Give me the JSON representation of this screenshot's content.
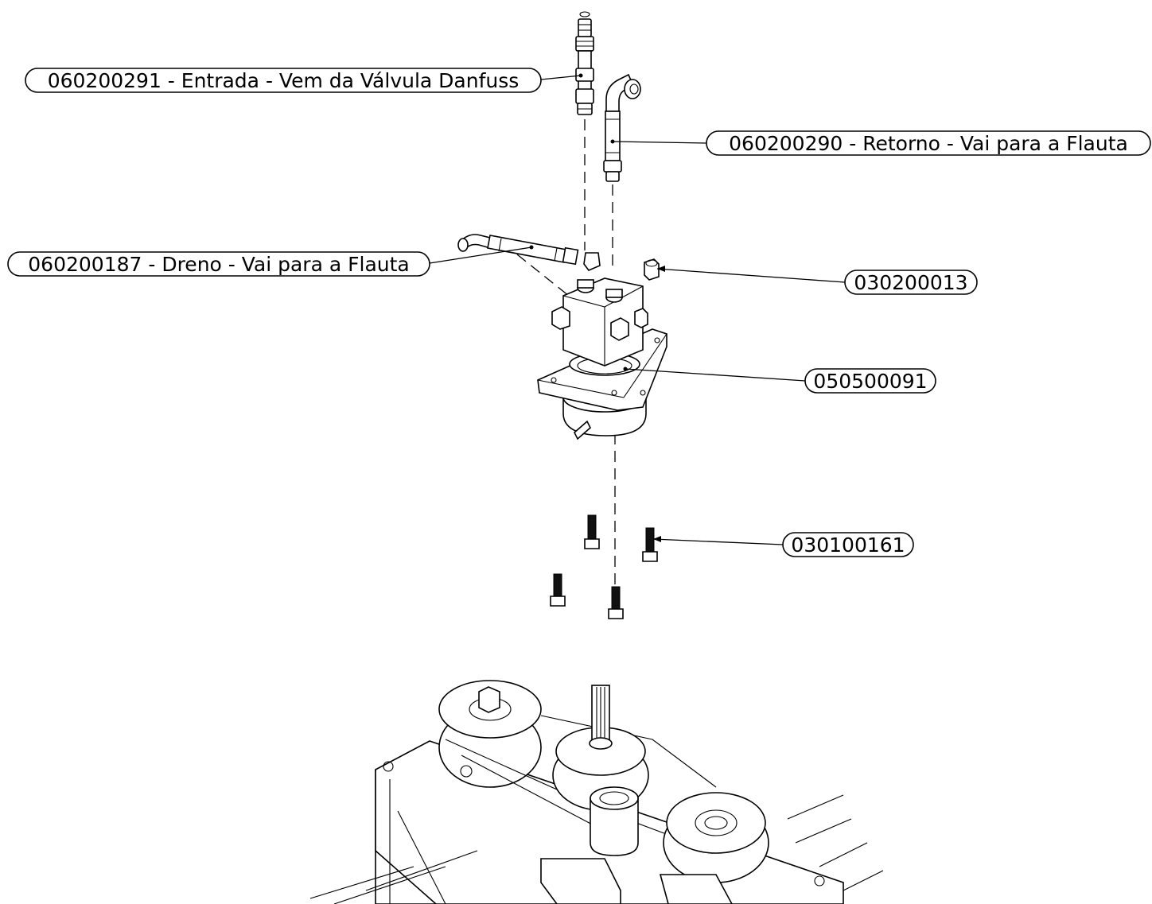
{
  "callouts": {
    "entrada": {
      "label": "060200291 - Entrada - Vem da Válvula Danfuss"
    },
    "retorno": {
      "label": "060200290 - Retorno - Vai para a Flauta"
    },
    "dreno": {
      "label": "060200187 - Dreno - Vai para a Flauta"
    },
    "fitting": {
      "label": "030200013"
    },
    "motor": {
      "label": "050500091"
    },
    "bolt": {
      "label": "030100161"
    }
  }
}
